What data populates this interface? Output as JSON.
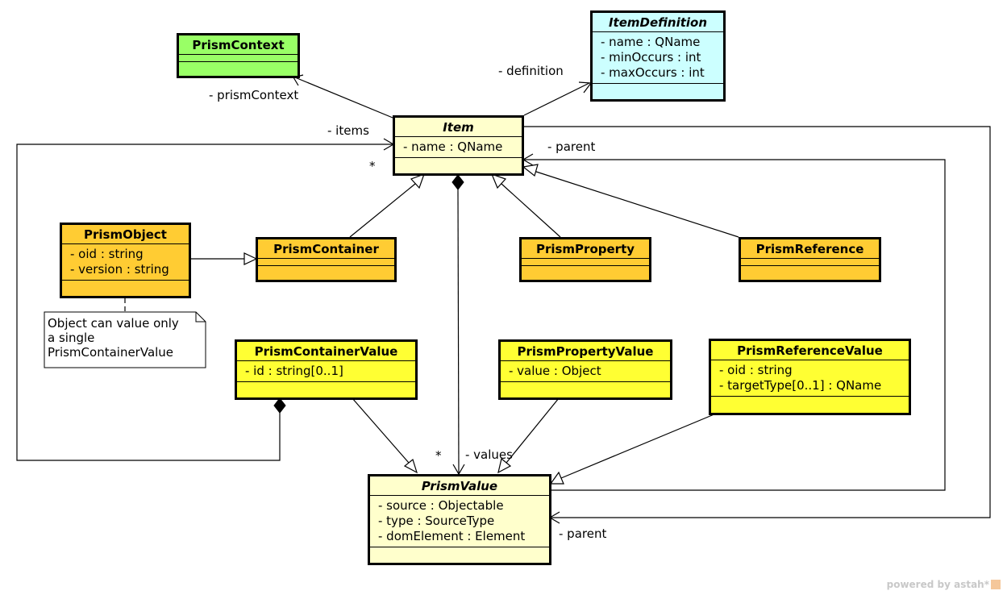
{
  "colors": {
    "context": "#99ff66",
    "definition": "#ccffff",
    "abstract": "#ffffcc",
    "concrete": "#ffcc33",
    "value": "#ffff33",
    "line": "#000000"
  },
  "classes": {
    "prism_context": {
      "name": "PrismContext",
      "attrs": []
    },
    "item_definition": {
      "name": "ItemDefinition",
      "attrs": [
        "- name : QName",
        "- minOccurs : int",
        "- maxOccurs : int"
      ]
    },
    "item": {
      "name": "Item",
      "attrs": [
        "- name : QName"
      ]
    },
    "prism_object": {
      "name": "PrismObject",
      "attrs": [
        "- oid : string",
        "- version : string"
      ]
    },
    "prism_container": {
      "name": "PrismContainer",
      "attrs": []
    },
    "prism_property": {
      "name": "PrismProperty",
      "attrs": []
    },
    "prism_reference": {
      "name": "PrismReference",
      "attrs": []
    },
    "prism_container_value": {
      "name": "PrismContainerValue",
      "attrs": [
        "- id : string[0..1]"
      ]
    },
    "prism_property_value": {
      "name": "PrismPropertyValue",
      "attrs": [
        "- value : Object"
      ]
    },
    "prism_reference_value": {
      "name": "PrismReferenceValue",
      "attrs": [
        "- oid : string",
        "- targetType[0..1] : QName"
      ]
    },
    "prism_value": {
      "name": "PrismValue",
      "attrs": [
        "- source : Objectable",
        "- type : SourceType",
        "- domElement : Element"
      ]
    }
  },
  "labels": {
    "definition": "- definition",
    "prism_context": "- prismContext",
    "items": "- items",
    "items_mult": "*",
    "parent_item": "- parent",
    "values": "- values",
    "values_mult": "*",
    "parent_value": "- parent"
  },
  "note": {
    "lines": [
      "Object can value only",
      "a single",
      "PrismContainerValue"
    ]
  },
  "watermark": "powered by astah*"
}
